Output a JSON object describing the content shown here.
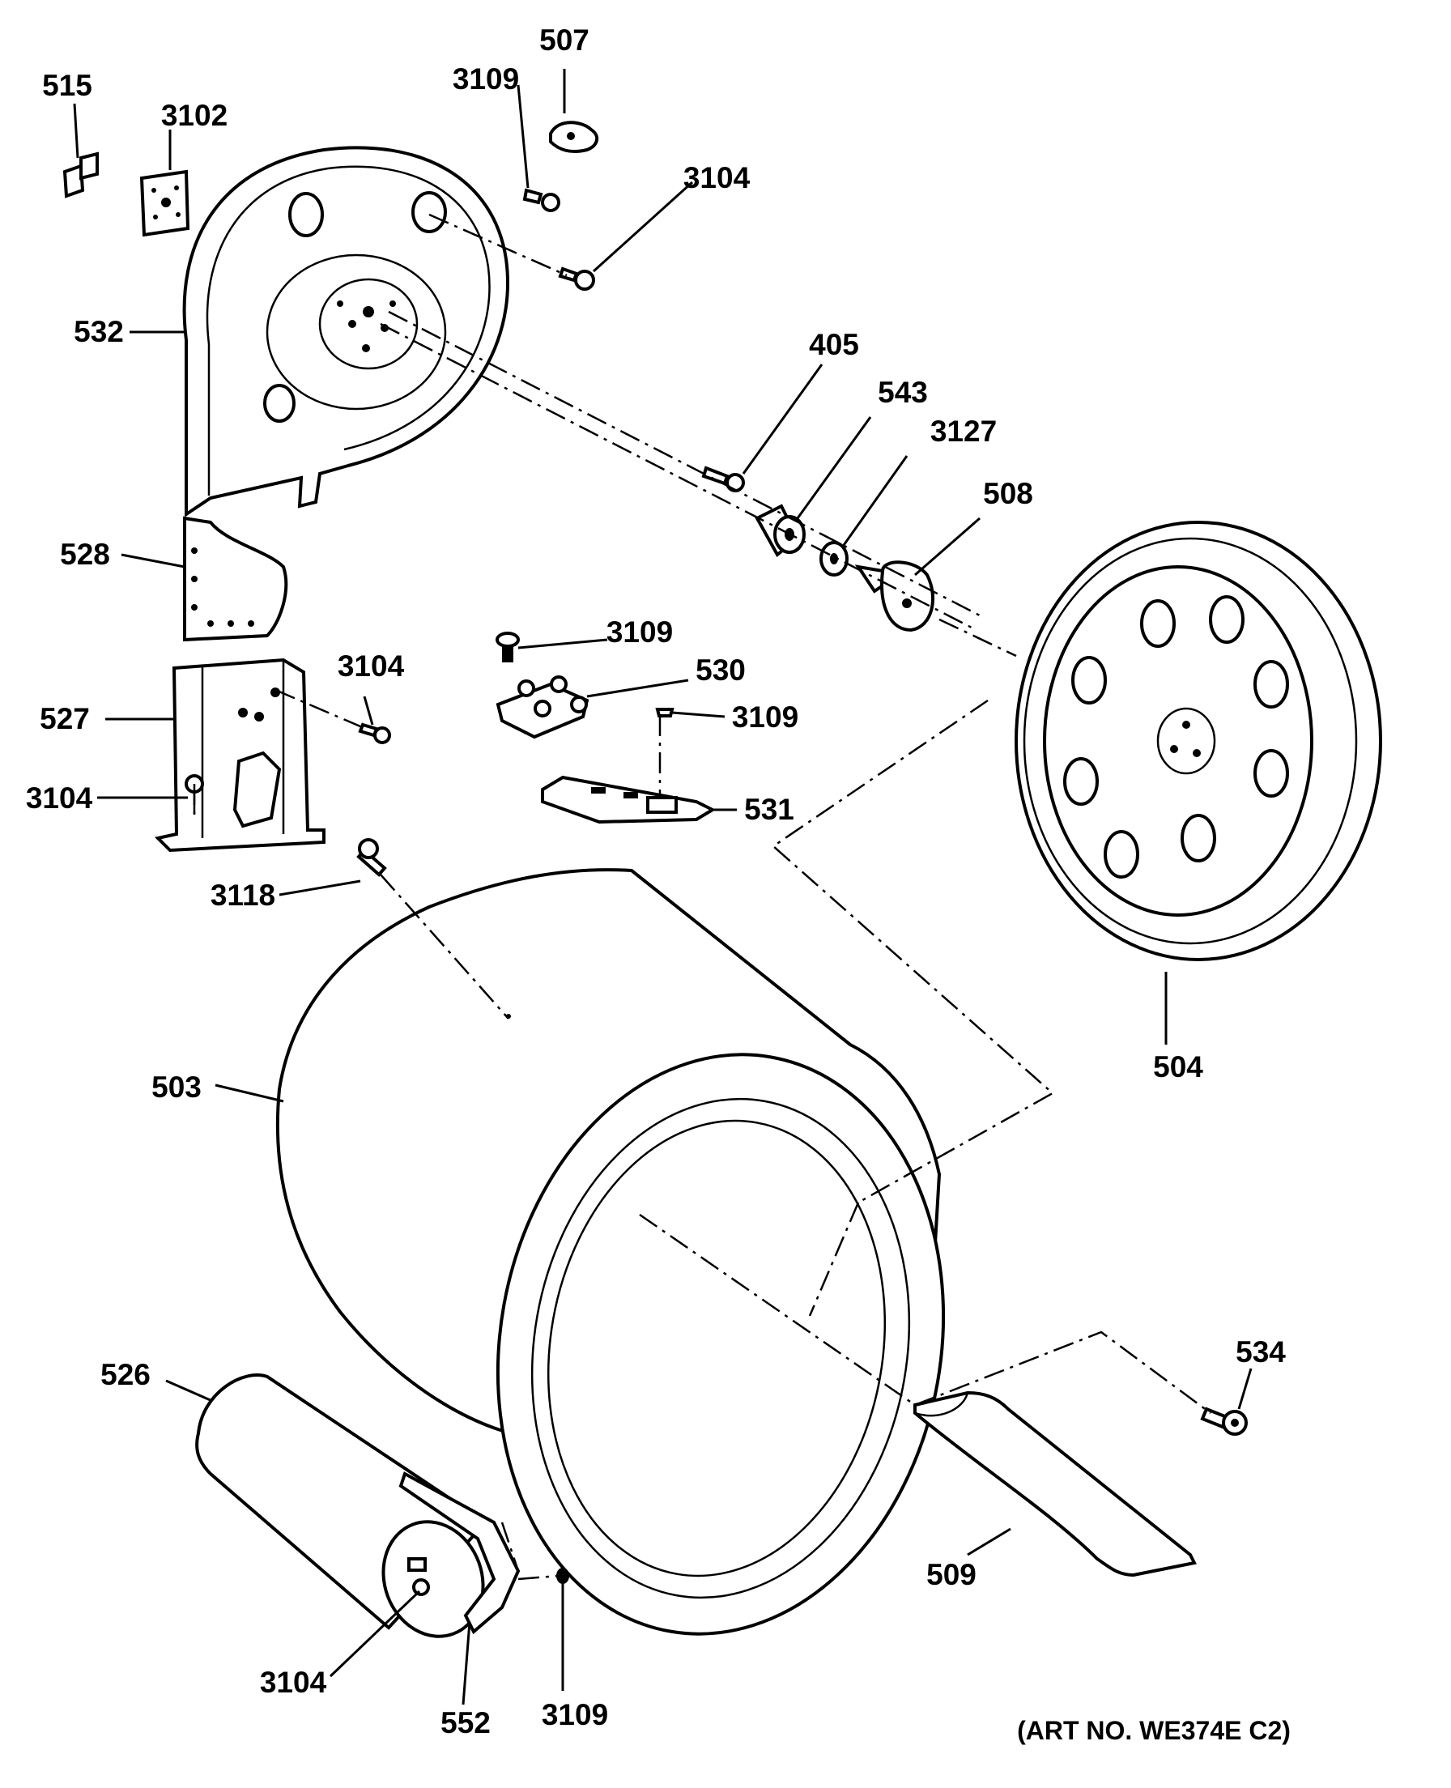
{
  "diagram": {
    "art_number": "(ART NO. WE374E C2)",
    "labels": {
      "l507": "507",
      "l3109_top": "3109",
      "l515": "515",
      "l3102": "3102",
      "l3104_top": "3104",
      "l532": "532",
      "l405": "405",
      "l543": "543",
      "l3127": "3127",
      "l508": "508",
      "l528": "528",
      "l3109_mid": "3109",
      "l530": "530",
      "l3104_mid": "3104",
      "l527": "527",
      "l3109_right": "3109",
      "l3104_left": "3104",
      "l531": "531",
      "l3118": "3118",
      "l504": "504",
      "l503": "503",
      "l534": "534",
      "l526": "526",
      "l509": "509",
      "l3104_bottom": "3104",
      "l552": "552",
      "l3109_bottom": "3109"
    }
  }
}
